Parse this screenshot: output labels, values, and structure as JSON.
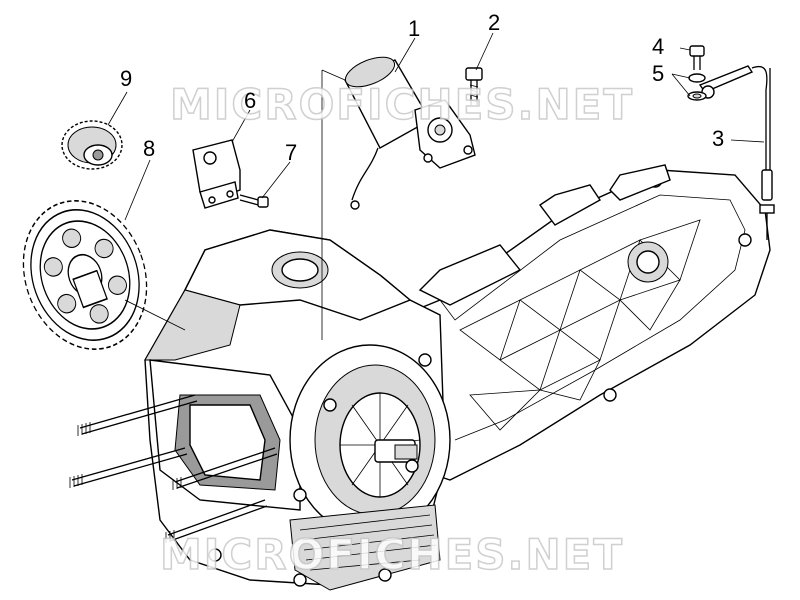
{
  "diagram": {
    "watermark_top": "MICROFICHES.NET",
    "watermark_bottom": "MICROFICHES.NET",
    "callouts": [
      {
        "id": "1",
        "label": "1"
      },
      {
        "id": "2",
        "label": "2"
      },
      {
        "id": "3",
        "label": "3"
      },
      {
        "id": "4",
        "label": "4"
      },
      {
        "id": "5",
        "label": "5"
      },
      {
        "id": "6",
        "label": "6"
      },
      {
        "id": "7",
        "label": "7"
      },
      {
        "id": "8",
        "label": "8"
      },
      {
        "id": "9",
        "label": "9"
      }
    ]
  }
}
